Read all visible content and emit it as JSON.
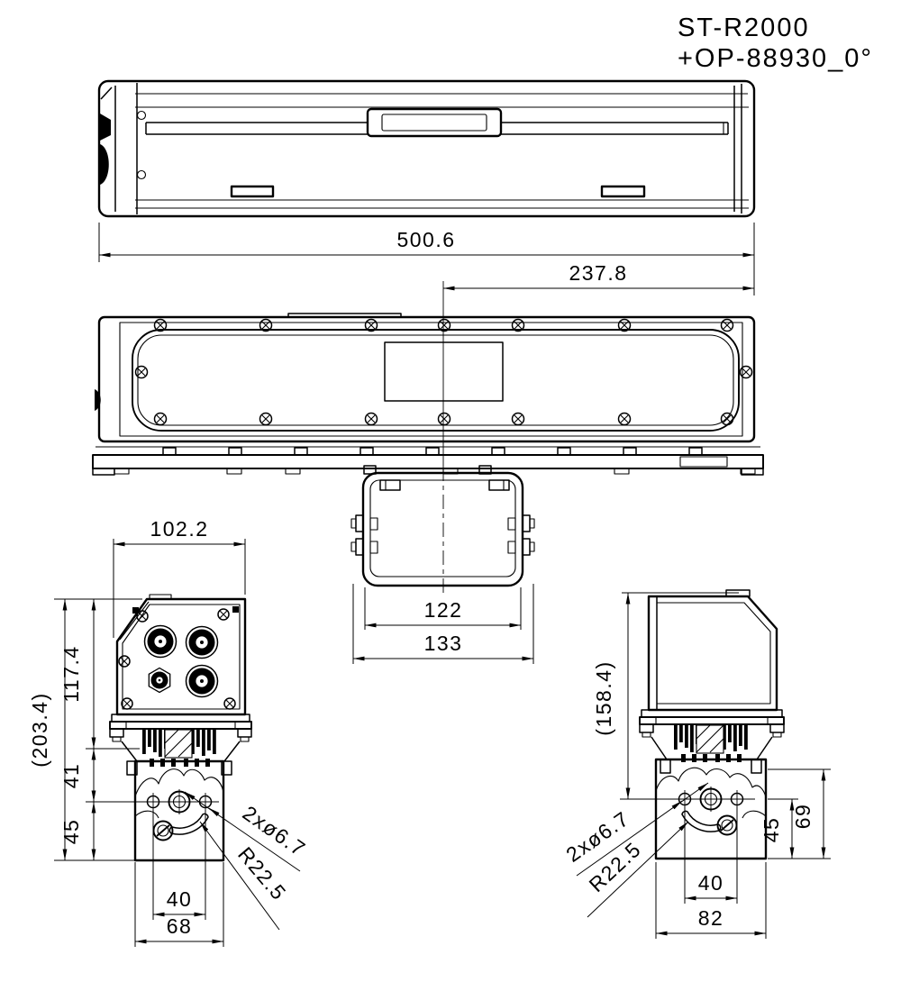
{
  "title": {
    "model": "ST-R2000",
    "option": "+OP-88930_0°"
  },
  "dimensions": {
    "overall_width": "500.6",
    "center_to_right_end": "237.8",
    "bracket_inner_width": "122",
    "bracket_outer_width": "133",
    "left_view": {
      "box_width": "102.2",
      "box_height": "117.4",
      "overall_height": "(203.4)",
      "flange_to_holes": "41",
      "holes_to_base": "45",
      "hole_spacing": "40",
      "bracket_width": "68",
      "holes_label": "2xø6.7",
      "slot_radius_label": "R22.5"
    },
    "right_view": {
      "overall_height": "(158.4)",
      "boss_to_base": "69",
      "holes_to_base": "45",
      "hole_spacing": "40",
      "bracket_width": "82",
      "holes_label": "2xø6.7",
      "slot_radius_label": "R22.5"
    }
  }
}
